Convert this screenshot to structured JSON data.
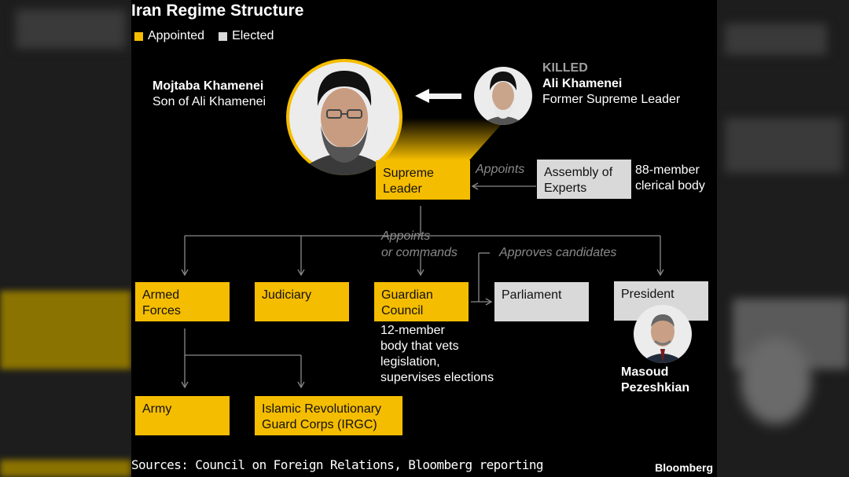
{
  "title": "Iran Regime Structure",
  "legend": {
    "appointed": "Appointed",
    "elected": "Elected"
  },
  "mojtaba": {
    "name": "Mojtaba Khamenei",
    "desc": "Son of Ali Khamenei"
  },
  "ali": {
    "status": "KILLED",
    "name": "Ali Khamenei",
    "desc": "Former Supreme Leader"
  },
  "boxes": {
    "supreme_leader": [
      "Supreme",
      "Leader"
    ],
    "assembly": [
      "Assembly of",
      "Experts"
    ],
    "armed_forces": [
      "Armed",
      "Forces"
    ],
    "judiciary": "Judiciary",
    "guardian_council": [
      "Guardian",
      "Council"
    ],
    "parliament": "Parliament",
    "president": "President",
    "army": "Army",
    "irgc": [
      "Islamic Revolutionary",
      "Guard Corps (IRGC)"
    ]
  },
  "notes": {
    "assembly": [
      "88-member",
      "clerical body"
    ],
    "guardian": [
      "12-member",
      "body that vets",
      "legislation,",
      "supervises elections"
    ]
  },
  "labels": {
    "appoints": "Appoints",
    "appoints_or_commands": [
      "Appoints",
      "or commands"
    ],
    "approves_candidates": "Approves candidates"
  },
  "president_person": [
    "Masoud",
    "Pezeshkian"
  ],
  "footer": "Sources: Council on Foreign Relations, Bloomberg reporting",
  "brand": "Bloomberg",
  "colors": {
    "appointed": "#f5bd00",
    "elected": "#d9d9d9",
    "background": "#000000",
    "connector": "#8a8a8a"
  }
}
